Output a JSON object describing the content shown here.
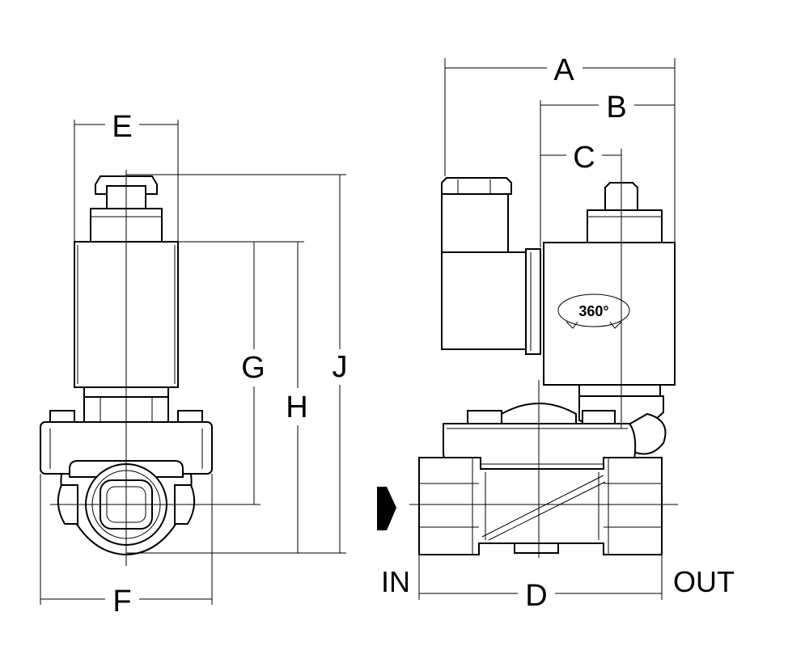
{
  "labels": {
    "A": "A",
    "B": "B",
    "C": "C",
    "D": "D",
    "E": "E",
    "F": "F",
    "G": "G",
    "H": "H",
    "J": "J"
  },
  "flow": {
    "in": "IN",
    "out": "OUT"
  },
  "rotation_badge": "360°"
}
